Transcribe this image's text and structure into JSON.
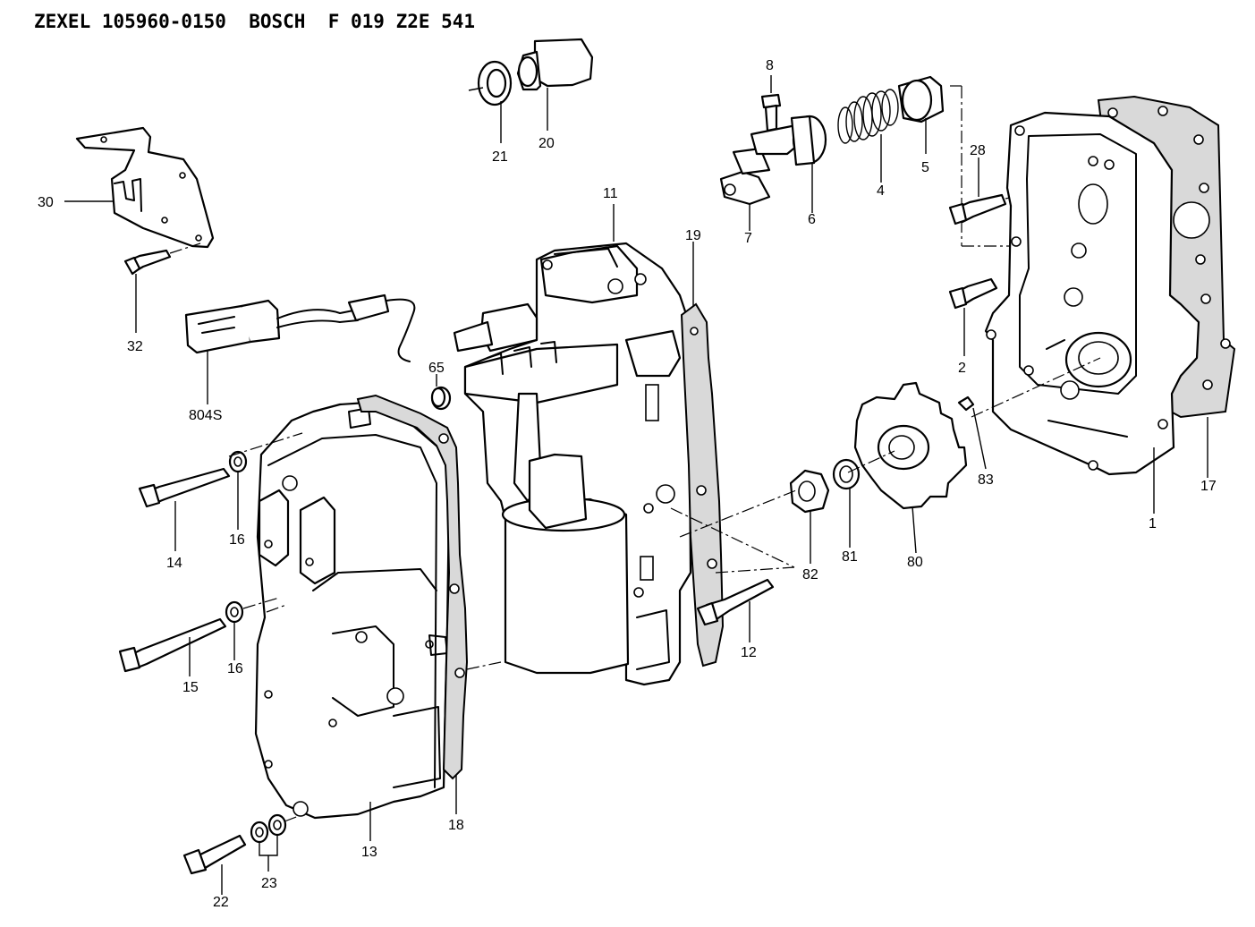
{
  "header": {
    "title": "ZEXEL 105960-0150  BOSCH  F 019 Z2E 541"
  },
  "callouts": [
    {
      "id": "c8",
      "label": "8"
    },
    {
      "id": "c21",
      "label": "21"
    },
    {
      "id": "c20",
      "label": "20"
    },
    {
      "id": "c5",
      "label": "5"
    },
    {
      "id": "c4",
      "label": "4"
    },
    {
      "id": "c6",
      "label": "6"
    },
    {
      "id": "c7",
      "label": "7"
    },
    {
      "id": "c28",
      "label": "28"
    },
    {
      "id": "c30",
      "label": "30"
    },
    {
      "id": "c32",
      "label": "32"
    },
    {
      "id": "c11",
      "label": "11"
    },
    {
      "id": "c19",
      "label": "19"
    },
    {
      "id": "c804s",
      "label": "804S"
    },
    {
      "id": "c65",
      "label": "65"
    },
    {
      "id": "c2",
      "label": "2"
    },
    {
      "id": "c83",
      "label": "83"
    },
    {
      "id": "c17",
      "label": "17"
    },
    {
      "id": "c1",
      "label": "1"
    },
    {
      "id": "c14",
      "label": "14"
    },
    {
      "id": "c16a",
      "label": "16"
    },
    {
      "id": "c82",
      "label": "82"
    },
    {
      "id": "c81",
      "label": "81"
    },
    {
      "id": "c80",
      "label": "80"
    },
    {
      "id": "c12",
      "label": "12"
    },
    {
      "id": "c15",
      "label": "15"
    },
    {
      "id": "c16b",
      "label": "16"
    },
    {
      "id": "c18",
      "label": "18"
    },
    {
      "id": "c13",
      "label": "13"
    },
    {
      "id": "c23",
      "label": "23"
    },
    {
      "id": "c22",
      "label": "22"
    }
  ]
}
